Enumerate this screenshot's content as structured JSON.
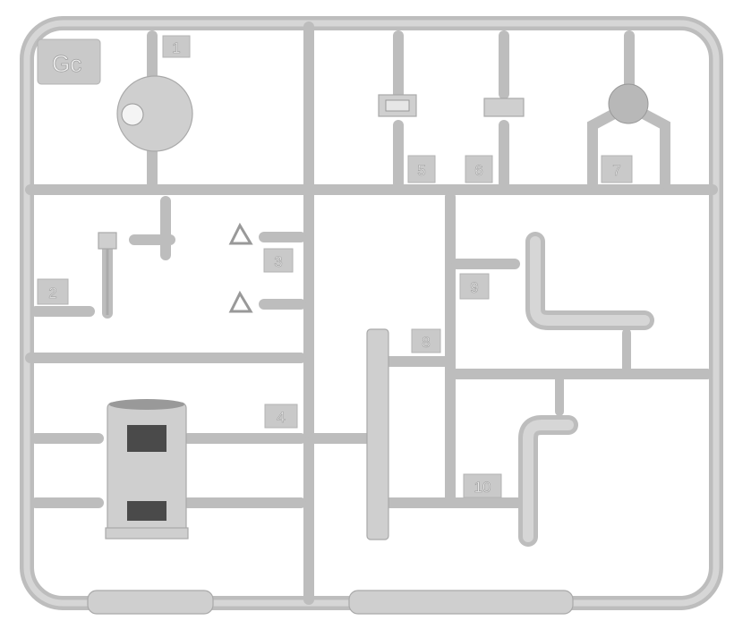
{
  "sprue": {
    "letter": "Gc",
    "part_numbers": [
      "1",
      "2",
      "3",
      "4",
      "5",
      "6",
      "7",
      "8",
      "9",
      "10"
    ]
  },
  "colors": {
    "plastic": "#cfcfcf",
    "background": "#ffffff"
  }
}
